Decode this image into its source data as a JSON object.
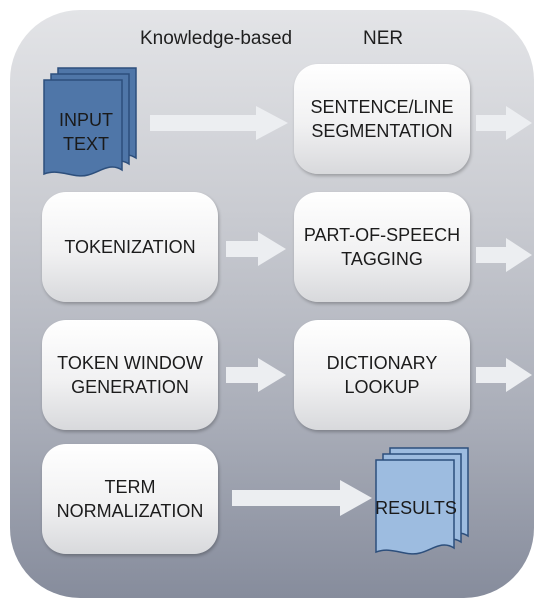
{
  "header": {
    "title_left": "Knowledge-based",
    "title_right": "NER"
  },
  "pipeline": {
    "input": {
      "line1": "INPUT",
      "line2": "TEXT"
    },
    "sentence_segmentation": {
      "line1": "SENTENCE/LINE",
      "line2": "SEGMENTATION"
    },
    "tokenization": {
      "line1": "TOKENIZATION"
    },
    "pos_tagging": {
      "line1": "PART-OF-SPEECH",
      "line2": "TAGGING"
    },
    "token_window": {
      "line1": "TOKEN WINDOW",
      "line2": "GENERATION"
    },
    "dictionary_lookup": {
      "line1": "DICTIONARY",
      "line2": "LOOKUP"
    },
    "term_normalization": {
      "line1": "TERM",
      "line2": "NORMALIZATION"
    },
    "results": {
      "line1": "RESULTS"
    }
  },
  "colors": {
    "input_doc_fill": "#4f76a8",
    "results_doc_fill": "#9dbce0",
    "doc_stroke": "#2d4f7c",
    "arrow_fill": "#eceef1"
  }
}
